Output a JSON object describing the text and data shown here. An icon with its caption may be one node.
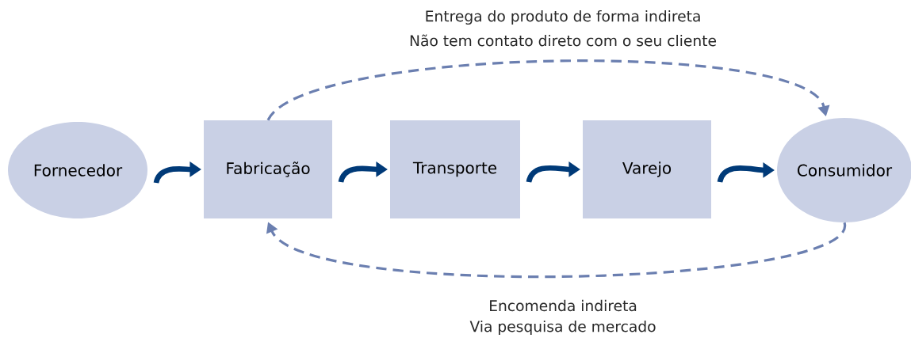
{
  "diagram": {
    "nodes": [
      {
        "text": [
          "Fornecedor"
        ]
      },
      {
        "text": [
          "Fabricação"
        ]
      },
      {
        "text": [
          "Transporte"
        ]
      },
      {
        "text": [
          "Varejo"
        ]
      },
      {
        "text": [
          "Consumidor"
        ]
      }
    ],
    "edges": [
      {
        "from": 0,
        "to": 1,
        "arrow": "to"
      },
      {
        "from": 1,
        "to": 2,
        "arrow": "to"
      },
      {
        "from": 2,
        "to": 3,
        "arrow": "to"
      },
      {
        "from": 3,
        "to": 4,
        "arrow": "to"
      },
      {
        "from": 1,
        "to": 4,
        "arrow": "to",
        "style": "dashed",
        "color": "#6b7fb0"
      },
      {
        "from": 4,
        "to": 1,
        "arrow": "to",
        "style": "dashed",
        "color": "#6b7fb0"
      }
    ],
    "labels": [
      "Entrega do produto de forma indireta",
      "Não tem contato direto com o seu cliente",
      "Encomenda indireta",
      "Via pesquisa de mercado"
    ]
  }
}
